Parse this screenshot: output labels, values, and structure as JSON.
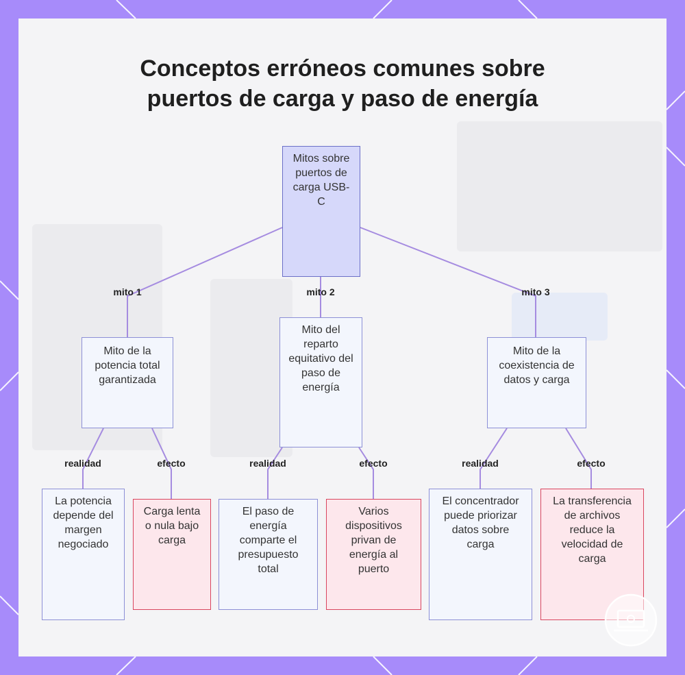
{
  "title_lines": [
    "Conceptos erróneos comunes sobre",
    "puertos de carga y paso de energía"
  ],
  "colors": {
    "frame": "#a78bfa",
    "line": "#a58be0",
    "node_fill": "#f3f6fd",
    "node_border": "#8c8fd6",
    "root_fill": "#d6d8fa",
    "effect_fill": "#fde7ec",
    "effect_border": "#d9455e"
  },
  "nodes": {
    "root": "Mitos sobre puertos de carga USB-C",
    "myth1": "Mito de la potencia total garantizada",
    "myth2": "Mito del reparto equitativo del paso de energía",
    "myth3": "Mito de la coexistencia de datos y carga",
    "reality1": "La potencia depende del margen negociado",
    "effect1": "Carga lenta o nula bajo carga",
    "reality2": "El paso de energía comparte el presupuesto total",
    "effect2": "Varios dispositivos privan de energía al puerto",
    "reality3": "El concentrador puede priorizar datos sobre carga",
    "effect3": "La transferencia de archivos reduce la velocidad de carga"
  },
  "edge_labels": {
    "myth1": "mito 1",
    "myth2": "mito 2",
    "myth3": "mito 3",
    "reality": "realidad",
    "effect": "efecto"
  }
}
